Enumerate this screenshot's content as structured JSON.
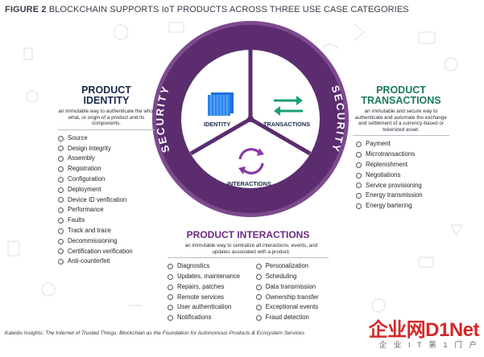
{
  "figure": {
    "number_label": "FIGURE 2",
    "title": "BLOCKCHAIN SUPPORTS IoT PRODUCTS ACROSS THREE USE CASE CATEGORIES"
  },
  "wheel": {
    "ring_label_left": "SECURITY",
    "ring_label_right": "SECURITY",
    "segments": {
      "identity": "IDENTITY",
      "transactions": "TRANSACTIONS",
      "interactions": "INTERACTIONS"
    },
    "colors": {
      "ring": "#5b2d6e",
      "ring_edge": "#7d4a8e",
      "inner": "#ffffff",
      "teal": "#1a9e74",
      "purple": "#8a3aa6",
      "blue": "#1e6fd9"
    }
  },
  "product_identity": {
    "title_line1": "PRODUCT",
    "title_line2": "IDENTITY",
    "description": "an immutable way to authenticate the who, what, or origin of a product and its components.",
    "items": [
      "Source",
      "Design integrity",
      "Assembly",
      "Registration",
      "Configuration",
      "Deployment",
      "Device ID verification",
      "Performance",
      "Faults",
      "Track and trace",
      "Decommissioning",
      "Certification verification",
      "Anti-counterfeit"
    ]
  },
  "product_transactions": {
    "title_line1": "PRODUCT",
    "title_line2": "TRANSACTIONS",
    "description": "an immutable and secure way to authenticate and automate the exchange and settlement of a currency-based or tokenized asset.",
    "items": [
      "Payment",
      "Microtransactions",
      "Replenishment",
      "Negotiations",
      "Service provisioning",
      "Energy transmission",
      "Energy bartering"
    ]
  },
  "product_interactions": {
    "title": "PRODUCT INTERACTIONS",
    "description": "an immutable way to centralize all interactions, events, and updates associated with a product.",
    "items_left": [
      "Diagnostics",
      "Updates, maintenance",
      "Repairs, patches",
      "Remote services",
      "User authentication",
      "Notifications"
    ],
    "items_right": [
      "Personalization",
      "Scheduling",
      "Data transmission",
      "Ownership transfer",
      "Exceptional events",
      "Fraud detection"
    ]
  },
  "caption": {
    "prefix": "Kaleido Insights: ",
    "title": "The Internet of Trusted Things: Blockchain as the Foundation for Autonomous Products & Ecosystem Services"
  },
  "watermark": {
    "main": "企业网D1Net",
    "sub": "企 业 I T 第 1 门 户"
  }
}
